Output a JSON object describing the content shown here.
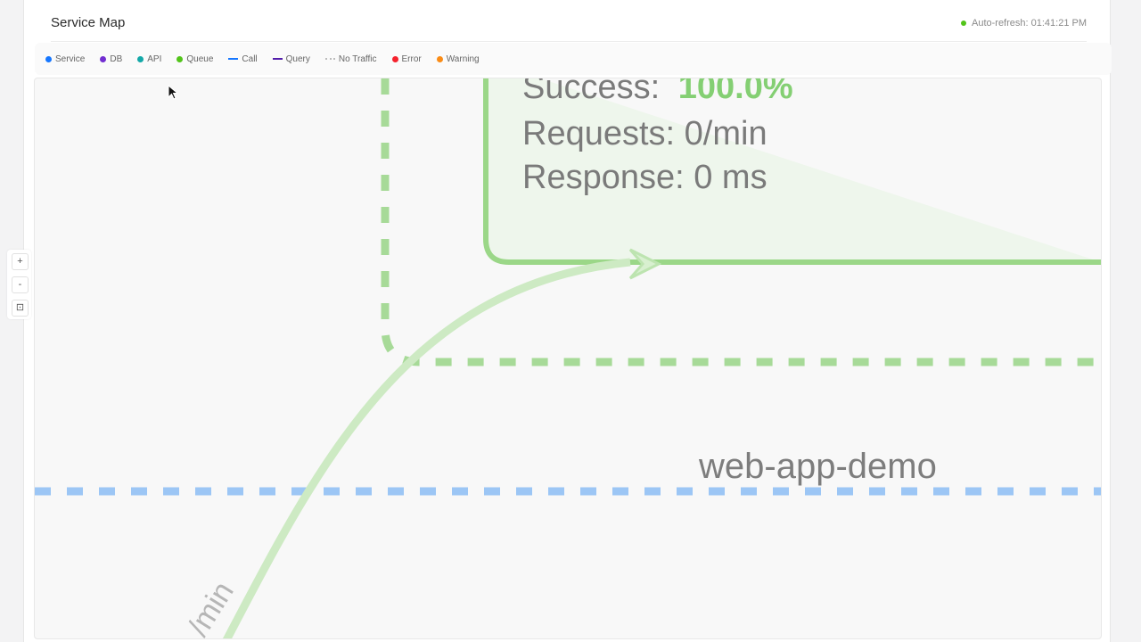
{
  "header": {
    "title": "Service Map",
    "auto_refresh": "Auto-refresh: 01:41:21 PM"
  },
  "legend": [
    {
      "label": "Service",
      "kind": "dot",
      "color": "#1677ff"
    },
    {
      "label": "DB",
      "kind": "dot",
      "color": "#722ed1"
    },
    {
      "label": "API",
      "kind": "dot",
      "color": "#13a8a8"
    },
    {
      "label": "Queue",
      "kind": "dot",
      "color": "#52c41a"
    },
    {
      "label": "Call",
      "kind": "line",
      "color": "#1677ff"
    },
    {
      "label": "Query",
      "kind": "line",
      "color": "#531dab"
    },
    {
      "label": "No Traffic",
      "kind": "dash",
      "color": "#bbbbbb"
    },
    {
      "label": "Error",
      "kind": "dot",
      "color": "#f5222d"
    },
    {
      "label": "Warning",
      "kind": "dot",
      "color": "#fa8c16"
    }
  ],
  "zoom_controls": {
    "zoom_in": "+",
    "zoom_out": "-",
    "fit": "⊡"
  },
  "map": {
    "node_stats": {
      "success_label": "Success:",
      "success_value": "100.0%",
      "requests": "Requests: 0/min",
      "response": "Response: 0 ms"
    },
    "service_label": "web-app-demo",
    "edge_label": "/min"
  },
  "colors": {
    "node_border": "#90d47a",
    "node_fill": "#eef6ec",
    "group_border_blue": "#8fbff5",
    "edge": "#cfeac6",
    "success_text": "#7fcc70",
    "stat_text": "#7a7a7a"
  }
}
